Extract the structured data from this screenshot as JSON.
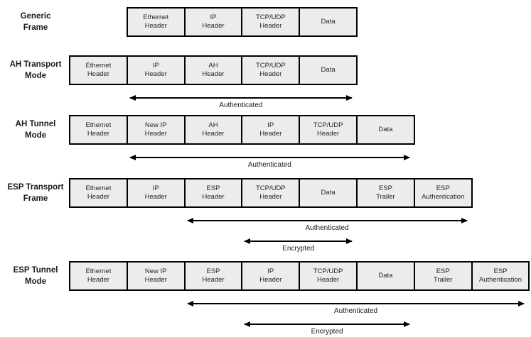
{
  "diagram": {
    "colors": {
      "box_fill": "#ececec",
      "line": "#000000",
      "text": "#1a1a1a"
    },
    "arrow_labels": {
      "authenticated": "Authenticated",
      "encrypted": "Encrypted"
    },
    "rows": [
      {
        "label": [
          "Generic",
          "Frame"
        ],
        "start_col": 1,
        "boxes": [
          [
            "Ethernet",
            "Header"
          ],
          [
            "IP",
            "Header"
          ],
          [
            "TCP/UDP",
            "Header"
          ],
          [
            "Data"
          ]
        ],
        "arrows": []
      },
      {
        "label": [
          "AH Transport",
          "Mode"
        ],
        "start_col": 0,
        "boxes": [
          [
            "Ethernet",
            "Header"
          ],
          [
            "IP",
            "Header"
          ],
          [
            "AH",
            "Header"
          ],
          [
            "TCP/UDP",
            "Header"
          ],
          [
            "Data"
          ]
        ],
        "arrows": [
          {
            "label": "Authenticated",
            "from_col": 1,
            "to_col": 5
          }
        ]
      },
      {
        "label": [
          "AH Tunnel",
          "Mode"
        ],
        "start_col": 0,
        "boxes": [
          [
            "Ethernet",
            "Header"
          ],
          [
            "New IP",
            "Header"
          ],
          [
            "AH",
            "Header"
          ],
          [
            "IP",
            "Header"
          ],
          [
            "TCP/UDP",
            "Header"
          ],
          [
            "Data"
          ]
        ],
        "arrows": [
          {
            "label": "Authenticated",
            "from_col": 1,
            "to_col": 6
          }
        ]
      },
      {
        "label": [
          "ESP Transport",
          "Frame"
        ],
        "start_col": 0,
        "boxes": [
          [
            "Ethernet",
            "Header"
          ],
          [
            "IP",
            "Header"
          ],
          [
            "ESP",
            "Header"
          ],
          [
            "TCP/UDP",
            "Header"
          ],
          [
            "Data"
          ],
          [
            "ESP",
            "Trailer"
          ],
          [
            "ESP",
            "Authentication"
          ]
        ],
        "arrows": [
          {
            "label": "Authenticated",
            "from_col": 2,
            "to_col": 7
          },
          {
            "label": "Encrypted",
            "from_col": 3,
            "to_col": 5
          }
        ]
      },
      {
        "label": [
          "ESP Tunnel",
          "Mode"
        ],
        "start_col": 0,
        "boxes": [
          [
            "Ethernet",
            "Header"
          ],
          [
            "New IP",
            "Header"
          ],
          [
            "ESP",
            "Header"
          ],
          [
            "IP",
            "Header"
          ],
          [
            "TCP/UDP",
            "Header"
          ],
          [
            "Data"
          ],
          [
            "ESP",
            "Trailer"
          ],
          [
            "ESP",
            "Authentication"
          ]
        ],
        "arrows": [
          {
            "label": "Authenticated",
            "from_col": 2,
            "to_col": 8
          },
          {
            "label": "Encrypted",
            "from_col": 3,
            "to_col": 6
          }
        ]
      }
    ]
  }
}
